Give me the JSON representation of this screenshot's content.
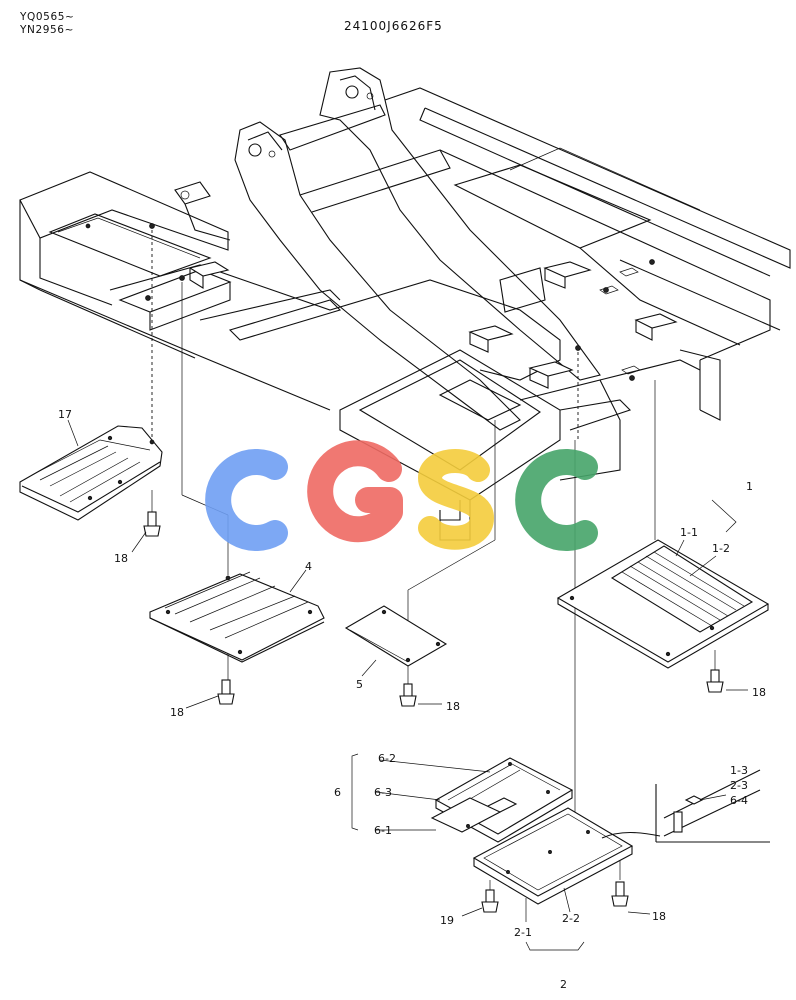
{
  "header": {
    "serial_line1": "YQ0565~",
    "serial_line2": "YN2956~",
    "drawing_number": "24100J6626F5"
  },
  "watermark": {
    "text": "CGSC",
    "colors": {
      "C1": "#6f9ff3",
      "G": "#ef6a63",
      "S": "#f4cd3c",
      "C2": "#46a56a"
    }
  },
  "callouts": {
    "p1": "1",
    "p1_1": "1-1",
    "p1_2": "1-2",
    "p1_3": "1-3",
    "p2": "2",
    "p2_1": "2-1",
    "p2_2": "2-2",
    "p2_3": "2-3",
    "p4": "4",
    "p5": "5",
    "p6": "6",
    "p6_1": "6-1",
    "p6_2": "6-2",
    "p6_3": "6-3",
    "p6_4": "6-4",
    "p17": "17",
    "p18a": "18",
    "p18b": "18",
    "p18c": "18",
    "p18d": "18",
    "p18e": "18",
    "p19": "19"
  }
}
